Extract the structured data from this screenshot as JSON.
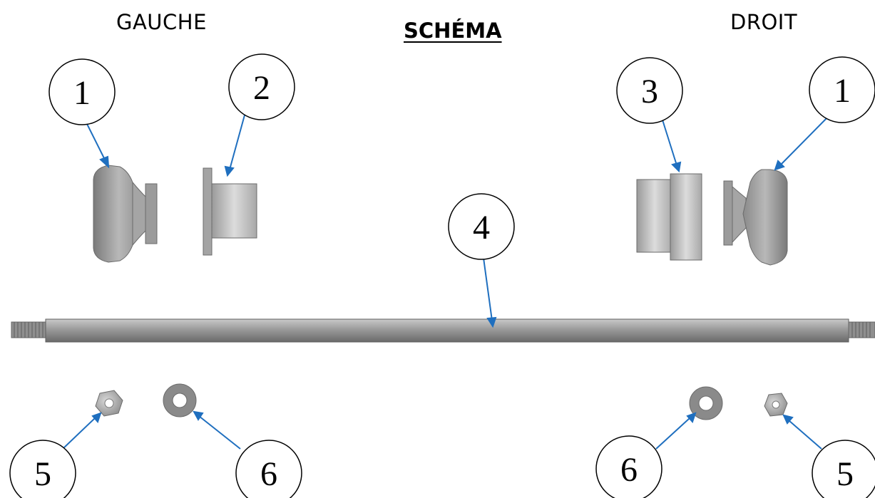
{
  "title": "SCHÉMA",
  "labels": {
    "left": "GAUCHE",
    "right": "DROIT"
  },
  "callouts": {
    "c1_left": "1",
    "c2": "2",
    "c3": "3",
    "c1_right": "1",
    "c4": "4",
    "c5_left": "5",
    "c6_left": "6",
    "c6_right": "6",
    "c5_right": "5"
  },
  "colors": {
    "leader": "#1f6fbf",
    "part_dark": "#6e6e6e",
    "part_mid": "#8f8f8f",
    "part_light": "#c4c4c4"
  }
}
